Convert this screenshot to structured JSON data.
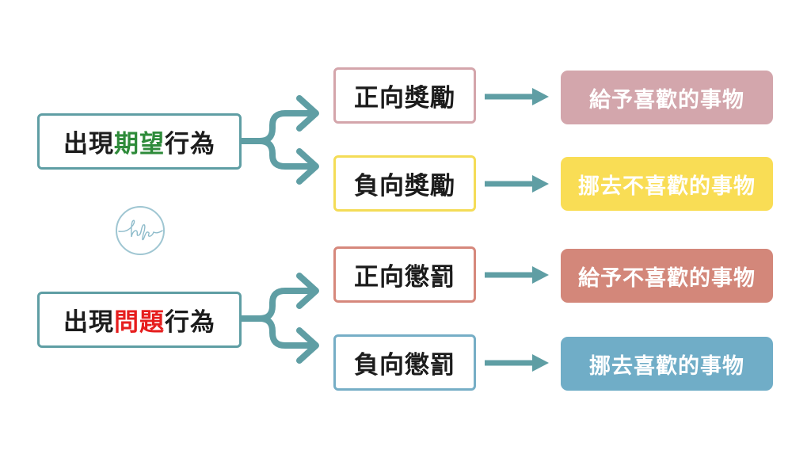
{
  "colors": {
    "teal": "#5f9ea4",
    "positive_reward_border": "#d4a5ab",
    "negative_reward_border": "#f4dc57",
    "positive_punishment_border": "#d6887c",
    "negative_punishment_border": "#76aec6",
    "give_liked_fill": "#d3a6ac",
    "remove_disliked_fill": "#f9dd55",
    "give_disliked_fill": "#d3877a",
    "remove_liked_fill": "#70adc7",
    "green_highlight": "#2e8b3a",
    "red_highlight": "#e61e1e"
  },
  "desired_group": {
    "source": {
      "prefix": "出現",
      "highlight": "期望",
      "suffix": "行為"
    },
    "branches": [
      {
        "label": "正向獎勵",
        "result": "給予喜歡的事物"
      },
      {
        "label": "負向獎勵",
        "result": "挪去不喜歡的事物"
      }
    ]
  },
  "problem_group": {
    "source": {
      "prefix": "出現",
      "highlight": "問題",
      "suffix": "行為"
    },
    "branches": [
      {
        "label": "正向懲罰",
        "result": "給予不喜歡的事物"
      },
      {
        "label": "負向懲罰",
        "result": "挪去喜歡的事物"
      }
    ]
  },
  "logo": {
    "icon": "hfs-signature-logo"
  }
}
